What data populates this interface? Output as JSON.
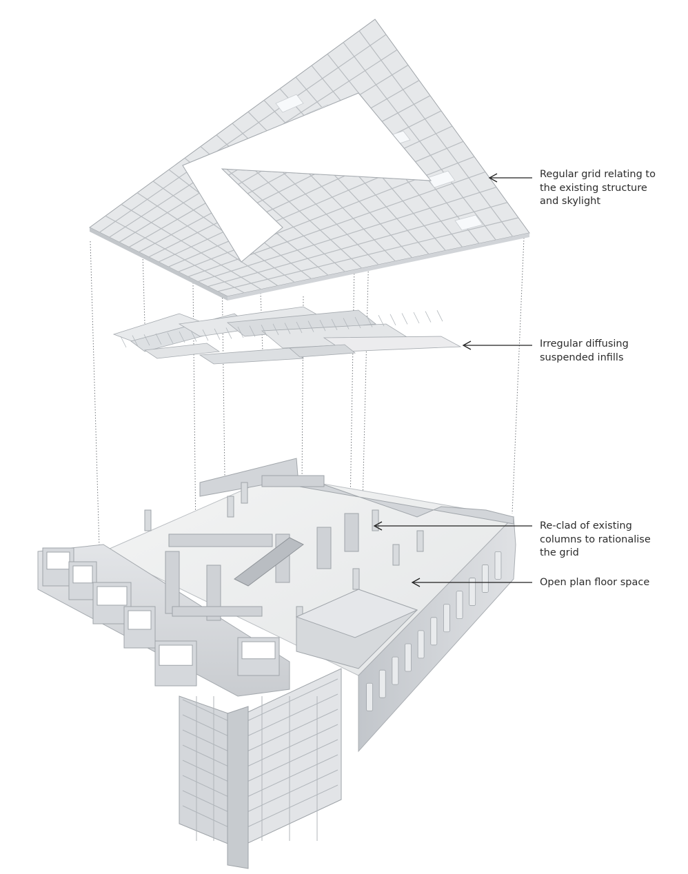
{
  "annotations": [
    {
      "id": "regular-grid",
      "lines": [
        "Regular grid relating to",
        "the existing structure",
        "and skylight"
      ]
    },
    {
      "id": "irregular-infills",
      "lines": [
        "Irregular diffusing",
        "suspended infills"
      ]
    },
    {
      "id": "reclad-columns",
      "lines": [
        "Re-clad of existing",
        "columns to rationalise",
        "the grid"
      ]
    },
    {
      "id": "open-plan",
      "lines": [
        "Open plan floor space"
      ]
    }
  ],
  "colors": {
    "background": "#ffffff",
    "text": "#2b2b2b",
    "leader": "#1e1e1e",
    "structure": "#d6d8db",
    "structure_shadow": "#a9adb2",
    "floor": "#eef0f0",
    "glass": "#f7f9fb"
  }
}
